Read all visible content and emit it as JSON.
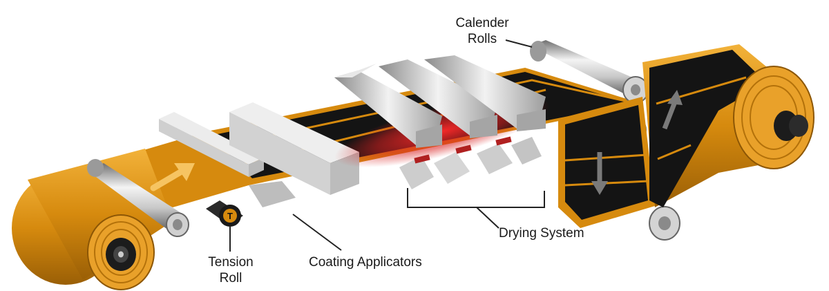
{
  "labels": {
    "calender_rolls": [
      "Calender",
      "Rolls"
    ],
    "drying_system": "Drying System",
    "tension_roll": [
      "Tension",
      "Roll"
    ],
    "coating_applicators": "Coating Applicators",
    "tension_roll_badge": "T"
  },
  "colors": {
    "foil_orange": "#d68a0e",
    "foil_light": "#f2b23a",
    "foil_dark": "#8c5605",
    "coating_black": "#141414",
    "dryer_glow": "#d92020",
    "steel_light": "#f4f4f4",
    "steel_dark": "#6f6f6f",
    "leader_line": "#222222"
  },
  "icons": {
    "up_arrow": "arrow-up-right-icon",
    "flow_arrow_up": "arrow-up-icon",
    "flow_arrow_down": "arrow-down-icon"
  }
}
